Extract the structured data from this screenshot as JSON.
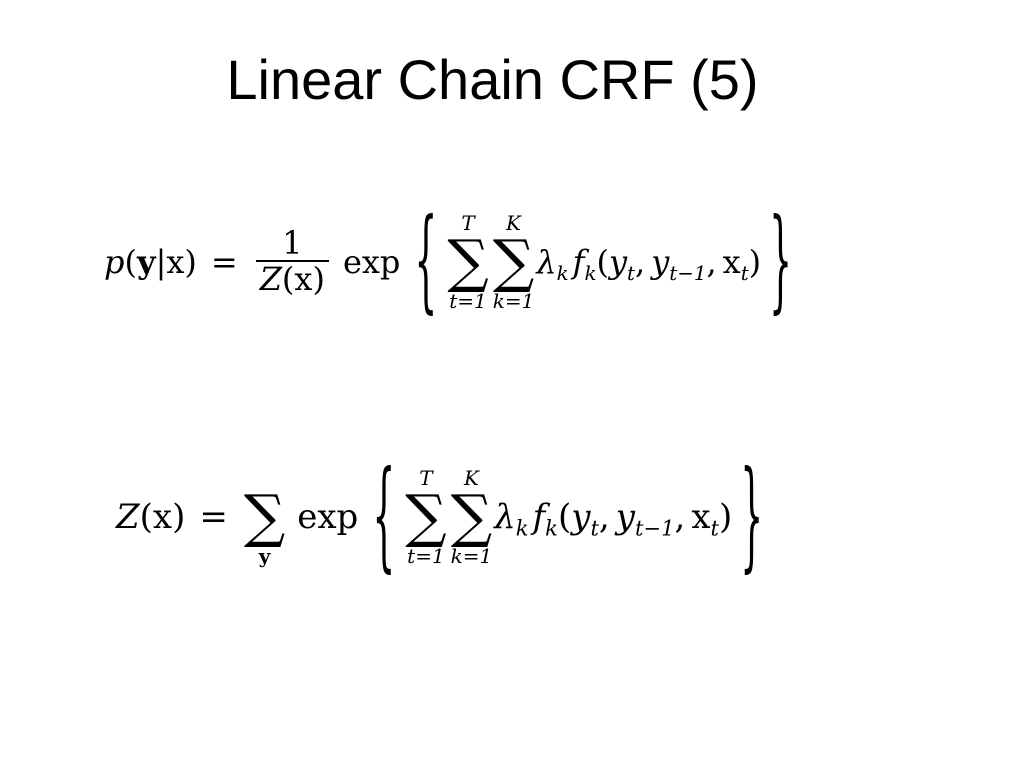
{
  "slide": {
    "title": "Linear Chain CRF (5)"
  },
  "eq1": {
    "p": "p",
    "lparen": "(",
    "y": "y",
    "bar": "|",
    "x": "x",
    "rparen": ")",
    "eq": "=",
    "num": "1",
    "den_Z": "Z",
    "den_x": "(x)",
    "exp": "exp",
    "lbrace": "{",
    "sum1_upper": "T",
    "sum1_lower": "t=1",
    "sum2_upper": "K",
    "sum2_lower": "k=1",
    "sigma": "∑",
    "lambda": "λ",
    "lambda_sub": "k",
    "f": "f",
    "f_sub": "k",
    "arg_open": "(",
    "y1": "y",
    "y1_sub": "t",
    "comma1": ",",
    "y2": "y",
    "y2_sub": "t−1",
    "comma2": ",",
    "x_sub": "t",
    "arg_close": ")",
    "rbrace": "}"
  },
  "eq2": {
    "Z": "Z",
    "Zarg": "(x)",
    "eq": "=",
    "sigma": "∑",
    "sum0_lower": "y",
    "exp": "exp",
    "lbrace": "{",
    "sum1_upper": "T",
    "sum1_lower": "t=1",
    "sum2_upper": "K",
    "sum2_lower": "k=1",
    "lambda": "λ",
    "lambda_sub": "k",
    "f": "f",
    "f_sub": "k",
    "arg_open": "(",
    "y1": "y",
    "y1_sub": "t",
    "comma1": ",",
    "y2": "y",
    "y2_sub": "t−1",
    "comma2": ",",
    "x": "x",
    "x_sub": "t",
    "arg_close": ")",
    "rbrace": "}"
  }
}
